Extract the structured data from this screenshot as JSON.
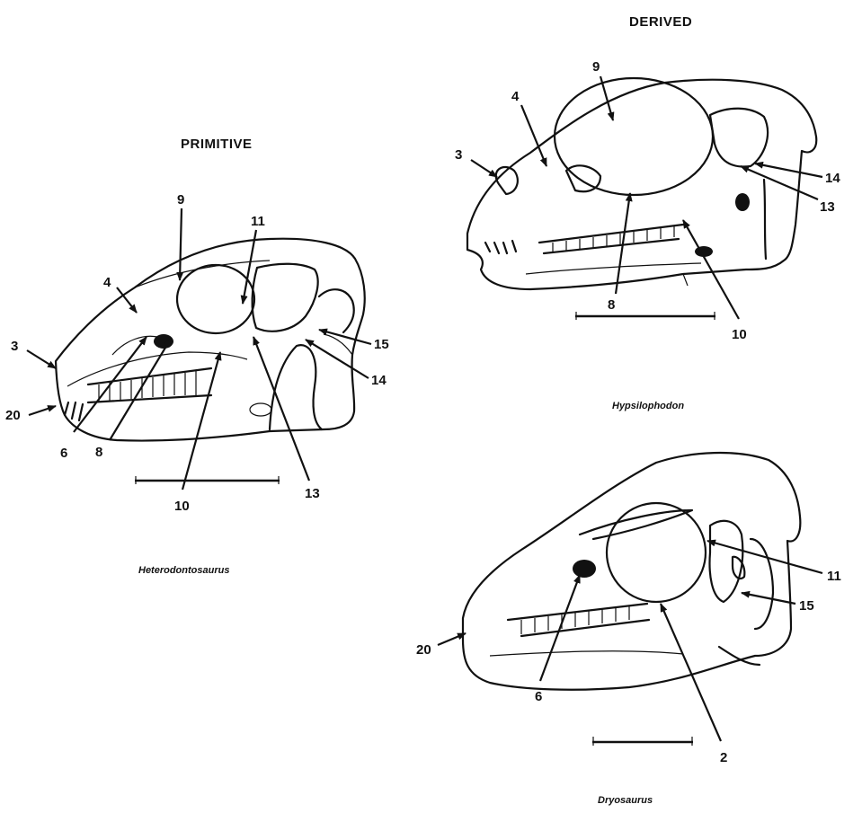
{
  "headings": {
    "primitive": "PRIMITIVE",
    "derived": "DERIVED"
  },
  "captions": {
    "heterodontosaurus": "Heterodontosaurus",
    "hypsilophodon": "Hypsilophodon",
    "dryosaurus": "Dryosaurus"
  },
  "labels": {
    "heterodontosaurus": [
      "3",
      "4",
      "9",
      "11",
      "15",
      "14",
      "13",
      "10",
      "8",
      "6",
      "20"
    ],
    "hypsilophodon": [
      "3",
      "4",
      "9",
      "14",
      "13",
      "8",
      "10"
    ],
    "dryosaurus": [
      "11",
      "15",
      "20",
      "6",
      "2"
    ]
  }
}
